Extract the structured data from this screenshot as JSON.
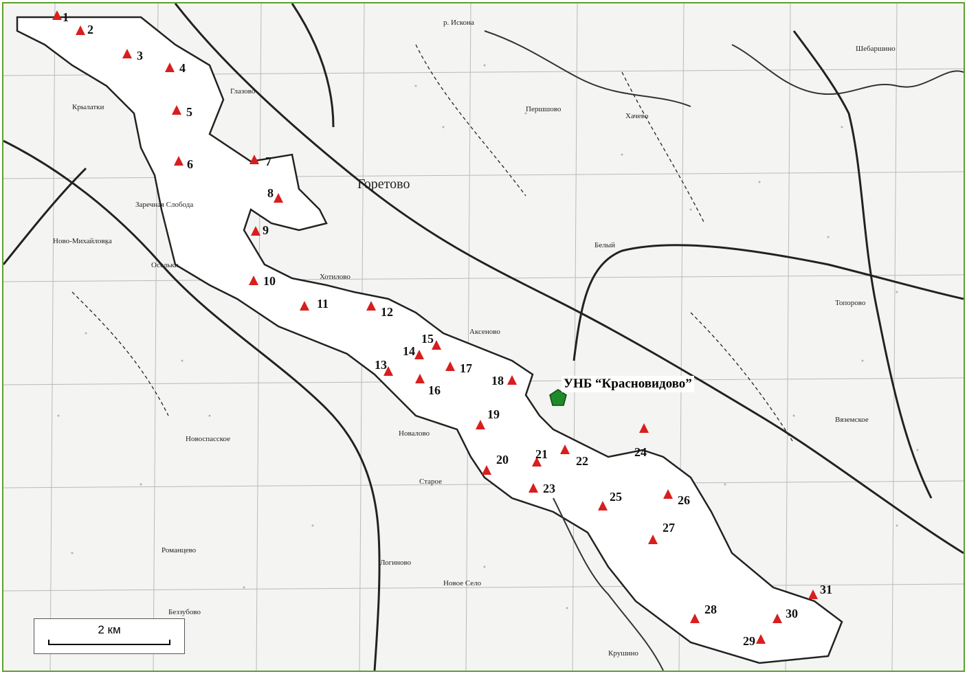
{
  "base": {
    "label": "УНБ “Красновидово”",
    "color": "#1f8a2a"
  },
  "scale": {
    "label": "2 км"
  },
  "marker_color": "#d81e1e",
  "places": {
    "goretovo": "Горетово",
    "iskona": "р. Искона",
    "sheb": "Шебаршино",
    "glazovo": "Глазово",
    "krylatki": "Крылатки",
    "perhsh": "Першшово",
    "hotilovo": "Хотилово",
    "aksenovo": "Аксеново",
    "novalovo": "Новалово",
    "starok": "Старое",
    "loginovo": "Логиново",
    "novoeselo": "Новое Село",
    "krishino": "Крушино",
    "vyazemskoe": "Вяземское",
    "toporovo": "Топорово",
    "zarechnaya": "Заречная Слобода",
    "novomih": "Ново-Михайловка",
    "romantsevo": "Романцево",
    "bezzubovo": "Беззубово",
    "oselki": "Осельки",
    "novospas": "Новоспасское",
    "belyi": "Белый",
    "hachevo": "Хачево"
  },
  "sites": [
    {
      "n": "1"
    },
    {
      "n": "2"
    },
    {
      "n": "3"
    },
    {
      "n": "4"
    },
    {
      "n": "5"
    },
    {
      "n": "6"
    },
    {
      "n": "7"
    },
    {
      "n": "8"
    },
    {
      "n": "9"
    },
    {
      "n": "10"
    },
    {
      "n": "11"
    },
    {
      "n": "12"
    },
    {
      "n": "13"
    },
    {
      "n": "14"
    },
    {
      "n": "15"
    },
    {
      "n": "16"
    },
    {
      "n": "17"
    },
    {
      "n": "18"
    },
    {
      "n": "19"
    },
    {
      "n": "20"
    },
    {
      "n": "21"
    },
    {
      "n": "22"
    },
    {
      "n": "23"
    },
    {
      "n": "24"
    },
    {
      "n": "25"
    },
    {
      "n": "26"
    },
    {
      "n": "27"
    },
    {
      "n": "28"
    },
    {
      "n": "29"
    },
    {
      "n": "30"
    },
    {
      "n": "31"
    }
  ]
}
